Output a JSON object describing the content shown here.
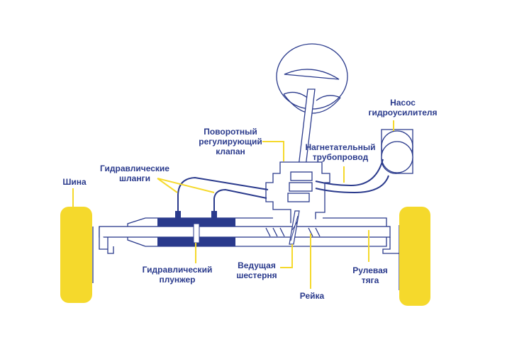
{
  "colors": {
    "line": "#2a3a8c",
    "accent": "#f5d92c"
  },
  "labels": {
    "tire": "Шина",
    "hoses": [
      "Гидравлические",
      "шланги"
    ],
    "valve": [
      "Поворотный",
      "регулирующий",
      "клапан"
    ],
    "pressure_line": [
      "Нагнетательный",
      "трубопровод"
    ],
    "pump": [
      "Насос",
      "гидроусилителя"
    ],
    "plunger": [
      "Гидравлический",
      "плунжер"
    ],
    "pinion": [
      "Ведущая",
      "шестерня"
    ],
    "rack": "Рейка",
    "tie_rod": [
      "Рулевая",
      "тяга"
    ]
  }
}
